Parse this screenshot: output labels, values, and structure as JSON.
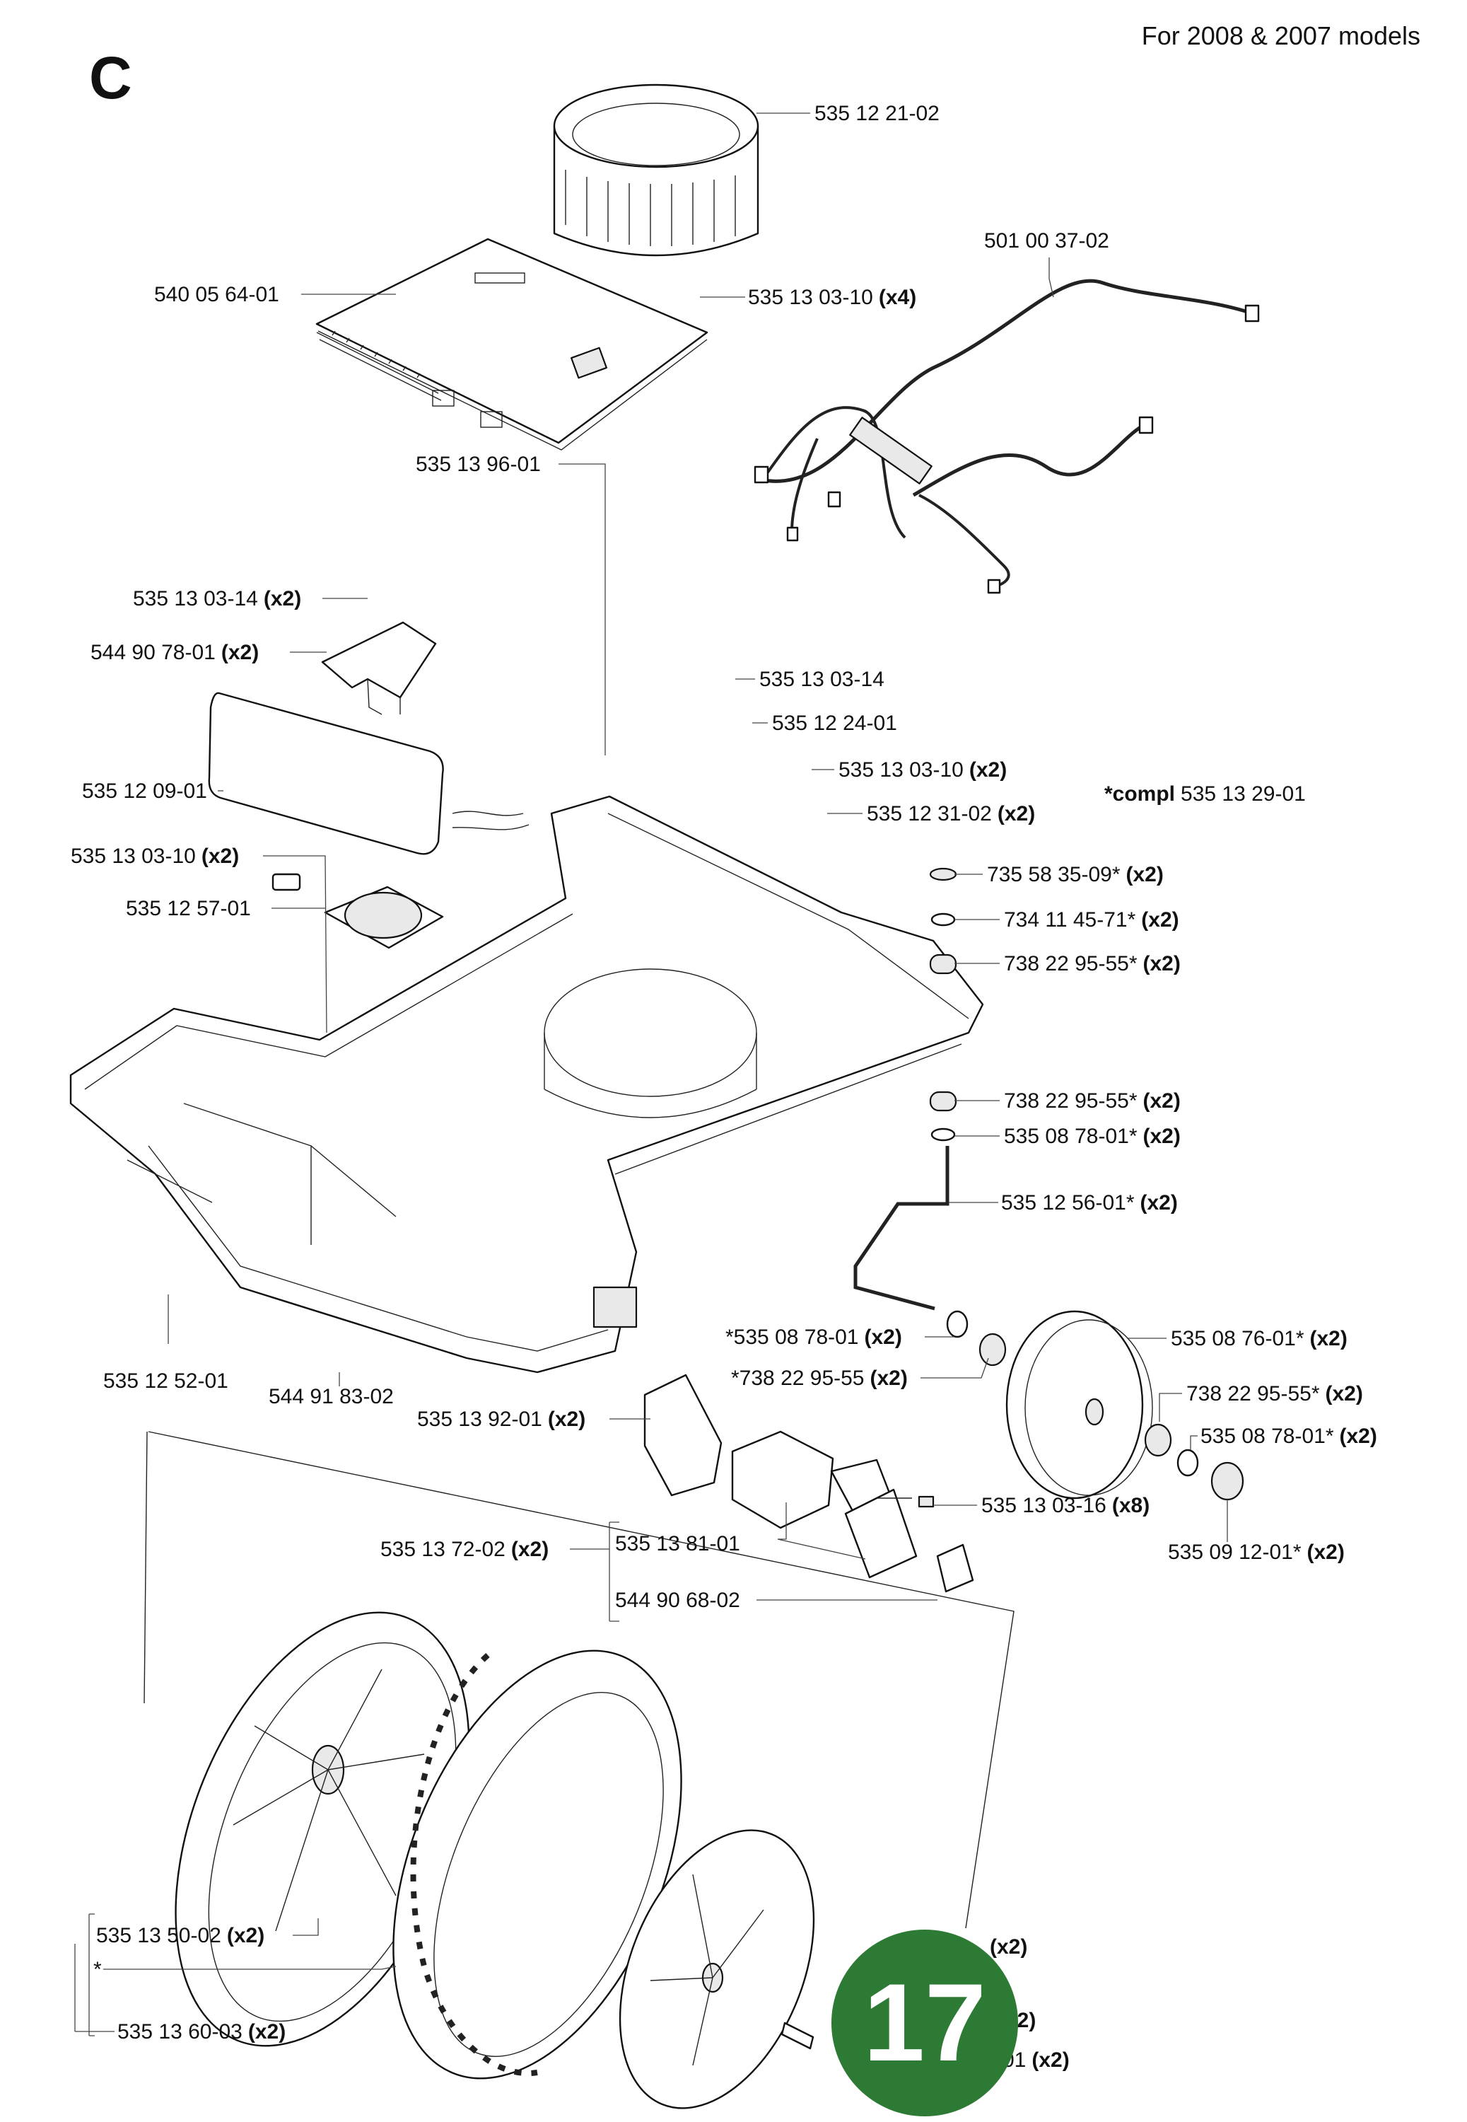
{
  "section_letter": "C",
  "models_note": "For 2008 & 2007 models",
  "page_number": "17",
  "compl_note": {
    "prefix": "*compl",
    "number": "535 13 29-01"
  },
  "labels": [
    {
      "part": "535 12 21-02",
      "qty": ""
    },
    {
      "part": "501 00 37-02",
      "qty": ""
    },
    {
      "part": "540 05 64-01",
      "qty": ""
    },
    {
      "part": "535 13 03-10",
      "qty": "(x4)"
    },
    {
      "part": "535 13 96-01",
      "qty": ""
    },
    {
      "part": "535 13 03-14",
      "qty": "(x2)"
    },
    {
      "part": "544 90 78-01",
      "qty": "(x2)"
    },
    {
      "part": "535 13 03-14",
      "qty": ""
    },
    {
      "part": "535 12 24-01",
      "qty": ""
    },
    {
      "part": "535 13 03-10",
      "qty": "(x2)"
    },
    {
      "part": "535 12 31-02",
      "qty": "(x2)"
    },
    {
      "part": "535 12 09-01",
      "qty": ""
    },
    {
      "part": "535 13 03-10",
      "qty": "(x2)"
    },
    {
      "part": "535 12 57-01",
      "qty": ""
    },
    {
      "part": "735 58 35-09*",
      "qty": "(x2)"
    },
    {
      "part": "734 11 45-71*",
      "qty": "(x2)"
    },
    {
      "part": "738 22 95-55*",
      "qty": "(x2)"
    },
    {
      "part": "738 22 95-55*",
      "qty": "(x2)"
    },
    {
      "part": "535 08 78-01*",
      "qty": "(x2)"
    },
    {
      "part": "535 12 56-01*",
      "qty": "(x2)"
    },
    {
      "part": "*535 08 78-01",
      "qty": "(x2)"
    },
    {
      "part": "*738 22 95-55",
      "qty": "(x2)"
    },
    {
      "part": "535 08 76-01*",
      "qty": "(x2)"
    },
    {
      "part": "738 22 95-55*",
      "qty": "(x2)"
    },
    {
      "part": "535 08 78-01*",
      "qty": "(x2)"
    },
    {
      "part": "535 13 03-16",
      "qty": "(x8)"
    },
    {
      "part": "535 09 12-01*",
      "qty": "(x2)"
    },
    {
      "part": "535 12 52-01",
      "qty": ""
    },
    {
      "part": "544 91 83-02",
      "qty": ""
    },
    {
      "part": "535 13 92-01",
      "qty": "(x2)"
    },
    {
      "part": "535 13 72-02",
      "qty": "(x2)"
    },
    {
      "part": "535 13 81-01",
      "qty": ""
    },
    {
      "part": "544 90 68-02",
      "qty": ""
    },
    {
      "part": "535 13 50-02",
      "qty": "(x2)"
    },
    {
      "part": "*",
      "qty": ""
    },
    {
      "part": "535 13 60-03",
      "qty": "(x2)"
    },
    {
      "part": "",
      "qty": "(x2)"
    },
    {
      "part": "",
      "qty": "(x2)"
    },
    {
      "part": "-01",
      "qty": "(x2)"
    }
  ]
}
